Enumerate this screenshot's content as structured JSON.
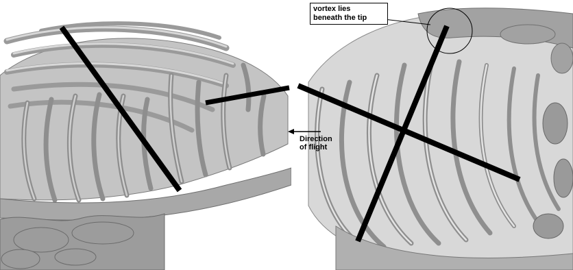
{
  "annotations": {
    "callout_line1": "vortex lies",
    "callout_line2": "beneath the tip",
    "direction_line1": "Direction",
    "direction_line2": "of flight"
  },
  "colors": {
    "surface": "#b4b4b4",
    "surface_light": "#d2d2d2",
    "surface_dark": "#8c8c8c",
    "blade": "#000000",
    "background": "#ffffff"
  }
}
